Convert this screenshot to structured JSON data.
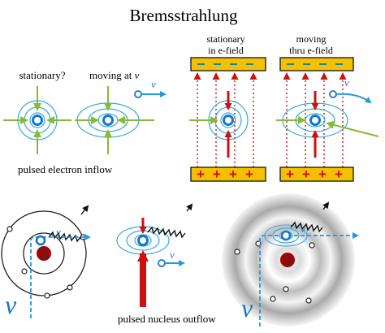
{
  "title": "Bremsstrahlung",
  "panels": {
    "stationary": {
      "label": "stationary?"
    },
    "moving": {
      "label_prefix": "moving at ",
      "v": "v"
    },
    "pulsed_inflow": {
      "label": "pulsed electron inflow"
    },
    "efield_stationary": {
      "line1": "stationary",
      "line2": "in e-field"
    },
    "efield_moving": {
      "line1": "moving",
      "line2": "thru e-field"
    },
    "pulsed_outflow": {
      "label": "pulsed nucleus outflow"
    }
  },
  "symbols": {
    "v_small": "v",
    "v_large": "v",
    "plus": "+",
    "minus": "−"
  },
  "colors": {
    "field_line": "#33aadd",
    "electron": "#1177cc",
    "inflow_arrow": "#88bb33",
    "charge_arrow": "#cc1111",
    "plate": "#f5c000",
    "plate_border": "#222222",
    "nucleus": "#aa0000",
    "velocity_dashed": "#2299dd"
  },
  "icons": [
    "electron-icon",
    "nucleus-icon",
    "photon-wave-icon",
    "velocity-arrow-icon"
  ]
}
